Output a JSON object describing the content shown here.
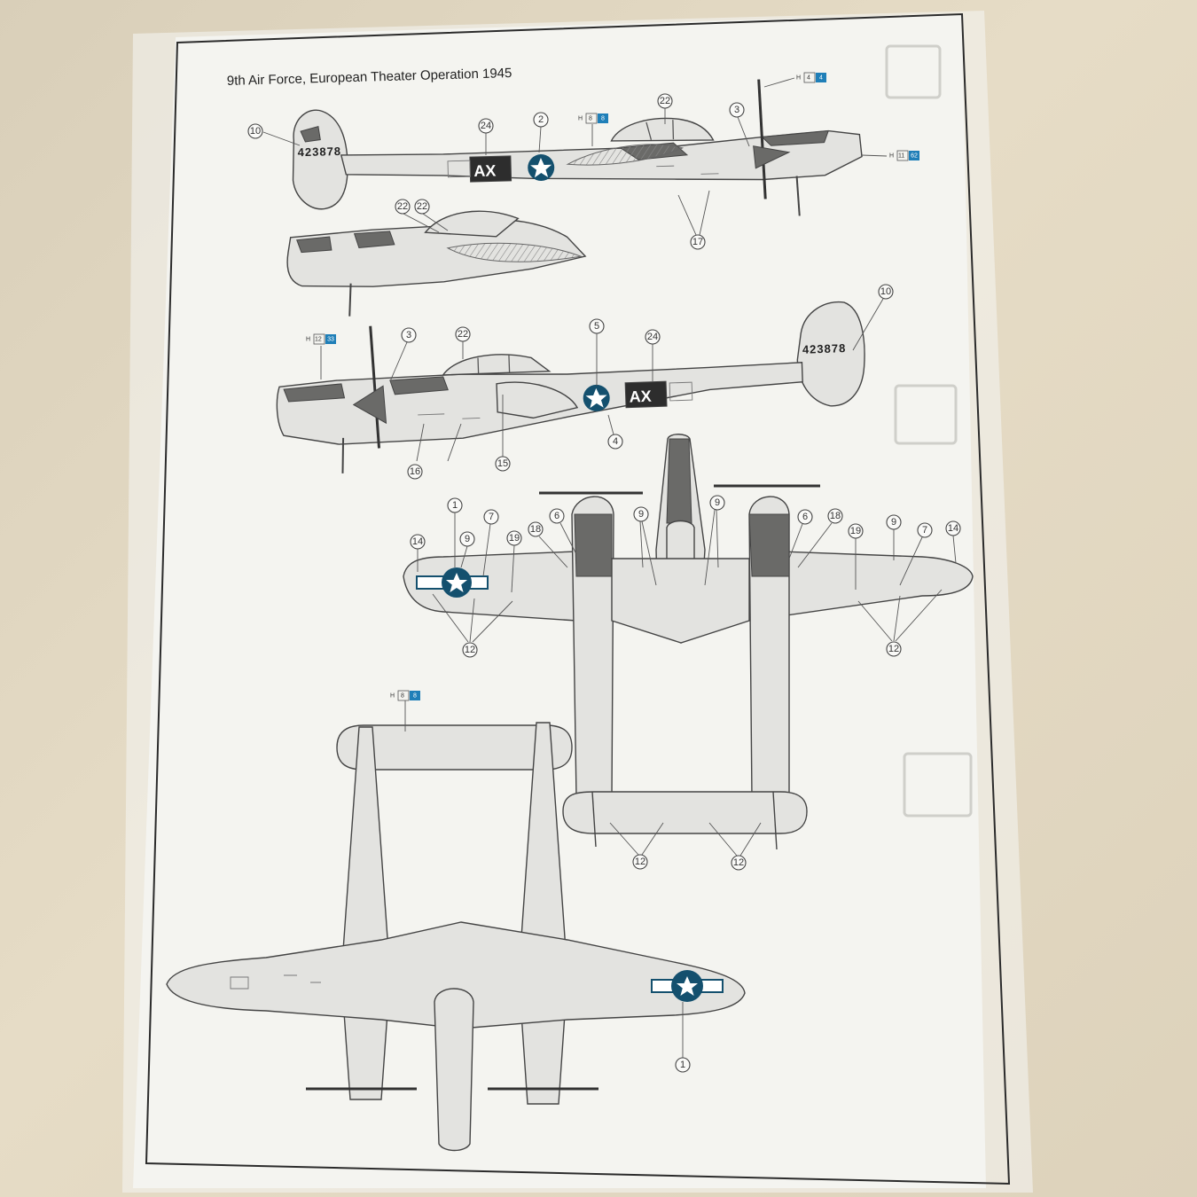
{
  "title": "9th Air Force, European Theater Operation 1945",
  "serial": "423878",
  "unit_code": "AX",
  "paint_refs": {
    "h4": {
      "prefix": "H",
      "num": "4",
      "code": "4"
    },
    "h8a": {
      "prefix": "H",
      "num": "8",
      "code": "8"
    },
    "h11": {
      "prefix": "H",
      "num": "11",
      "code": "62"
    },
    "h12": {
      "prefix": "H",
      "num": "12",
      "code": "33"
    },
    "h8b": {
      "prefix": "H",
      "num": "8",
      "code": "8"
    }
  },
  "callouts": {
    "c10a": "10",
    "c24a": "24",
    "c2": "2",
    "c22a": "22",
    "c3a": "3",
    "c17": "17",
    "c22b": "22",
    "c22c": "22",
    "c10b": "10",
    "c3b": "3",
    "c22d": "22",
    "c5": "5",
    "c24b": "24",
    "c4": "4",
    "c15": "15",
    "c16": "16",
    "c1a": "1",
    "c7a": "7",
    "c9a": "9",
    "c14a": "14",
    "c19a": "19",
    "c18a": "18",
    "c6a": "6",
    "c9b": "9",
    "c9c": "9",
    "c6b": "6",
    "c18b": "18",
    "c19b": "19",
    "c9d": "9",
    "c7b": "7",
    "c14b": "14",
    "c12a": "12",
    "c12b": "12",
    "c12c": "12",
    "c12d": "12",
    "c1b": "1"
  },
  "colors": {
    "insignia_blue": "#14506e",
    "paint_blue": "#1f7fb8",
    "camo_dark": "#6a6a68"
  }
}
